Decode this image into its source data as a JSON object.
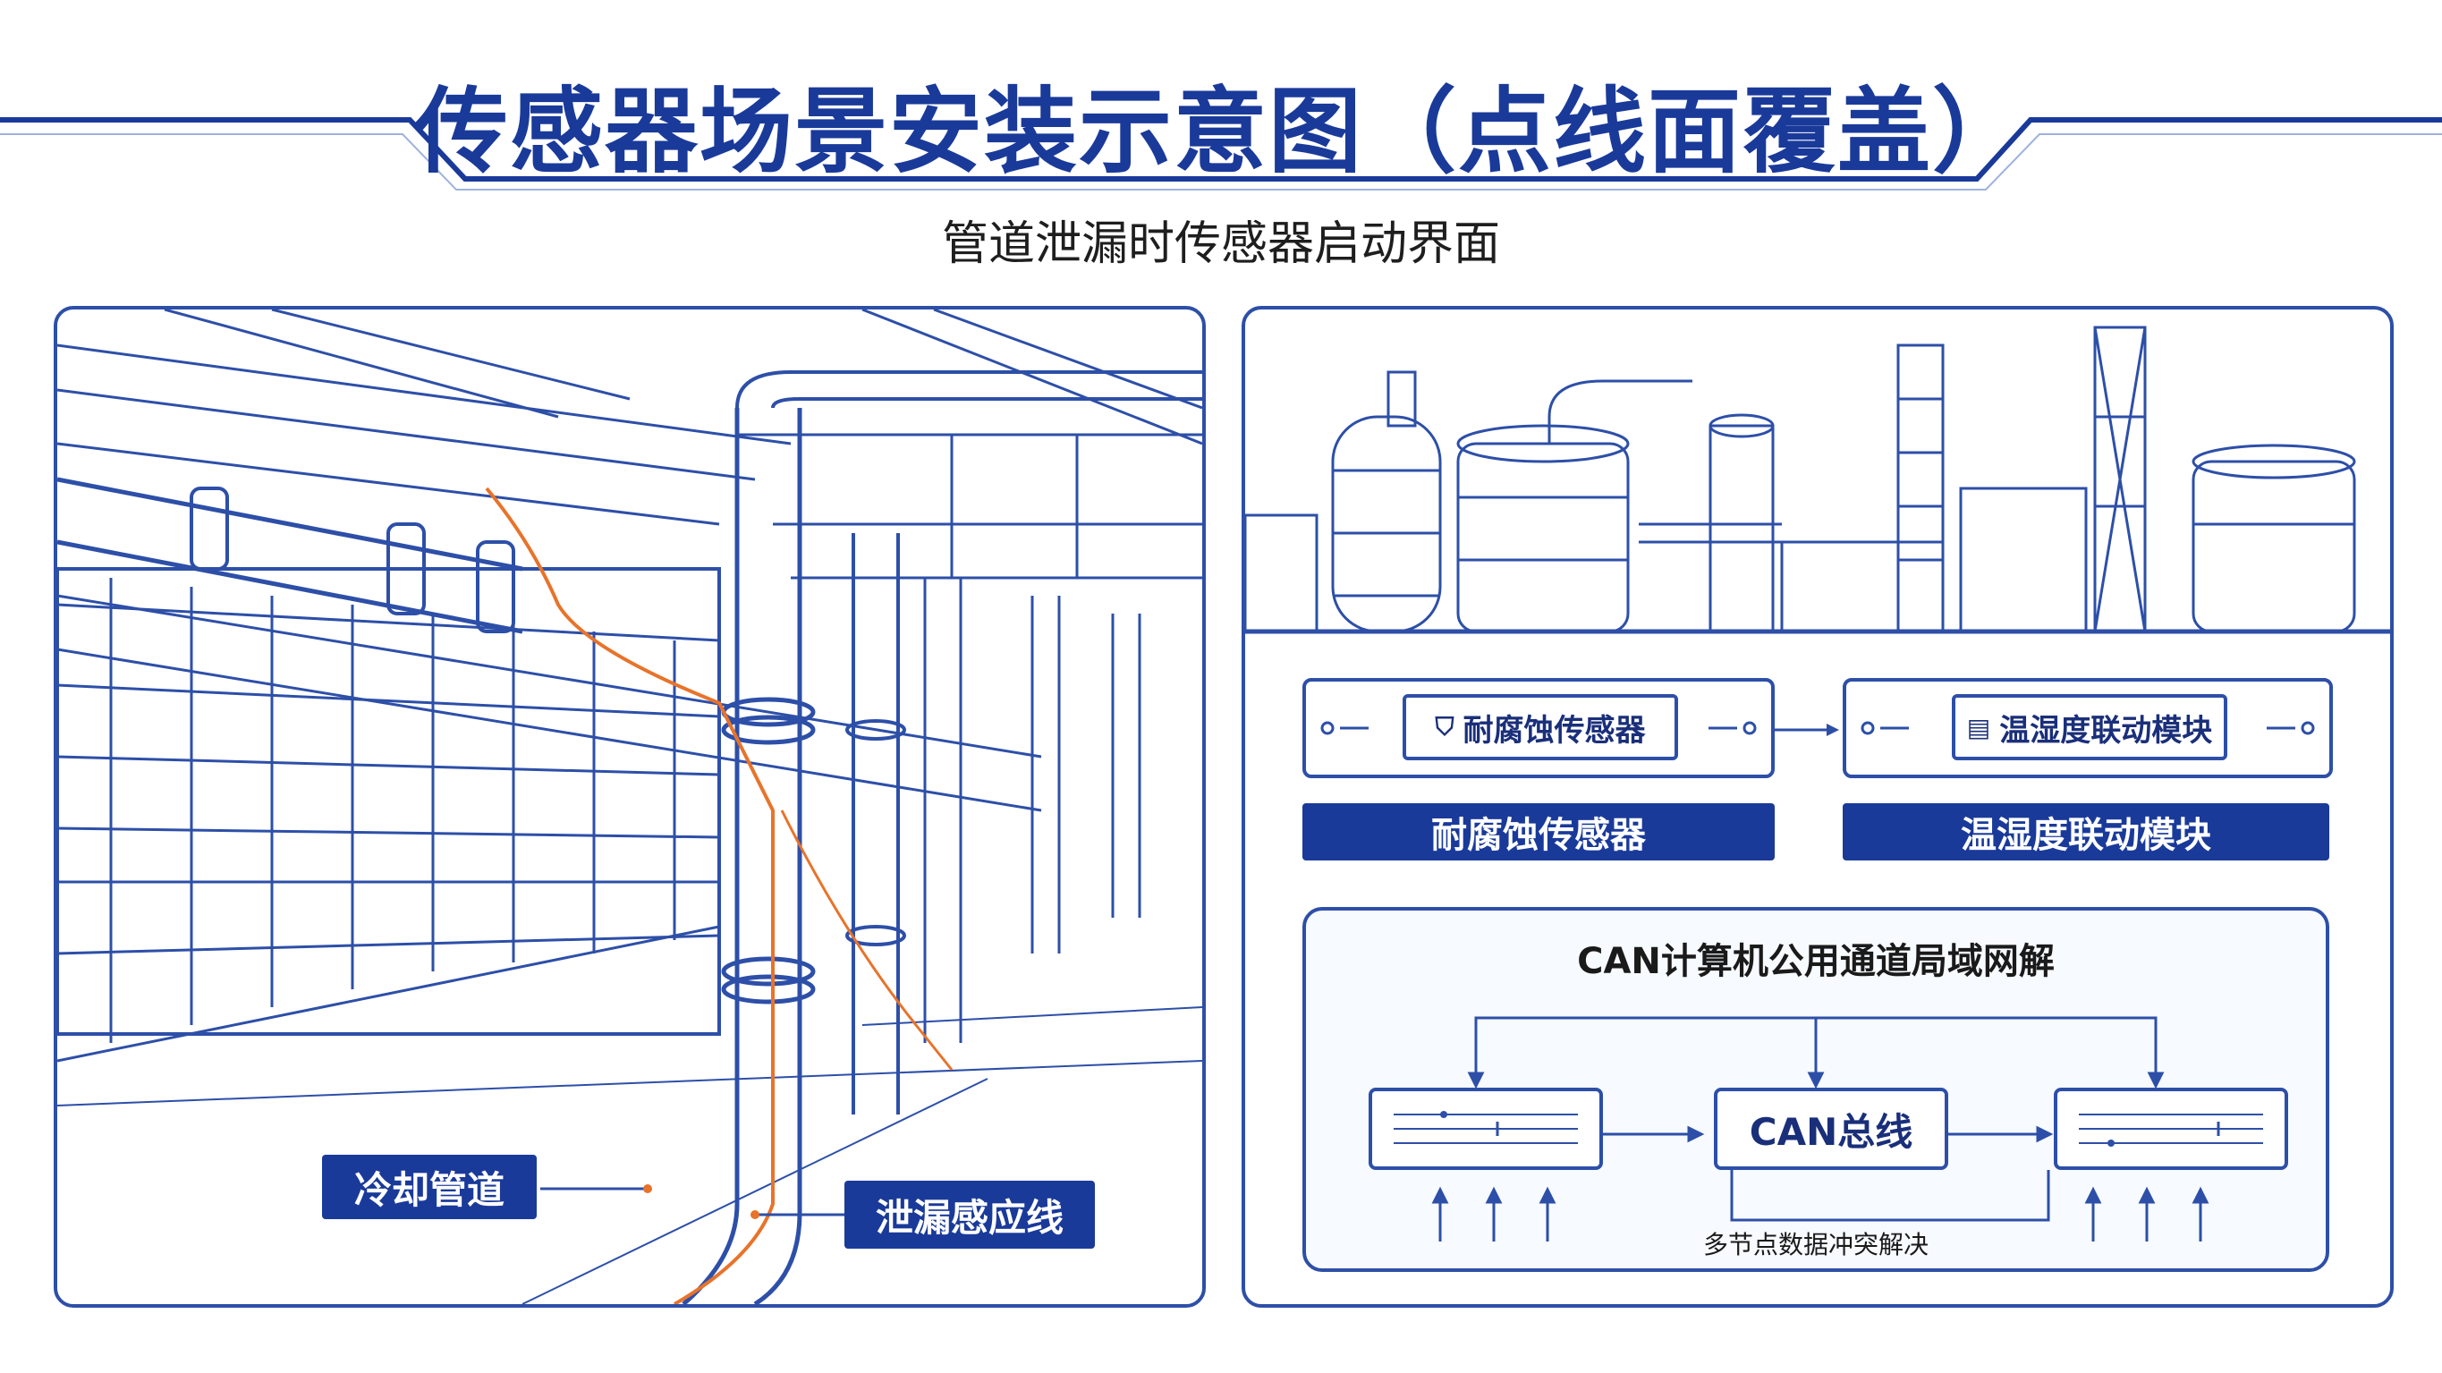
{
  "header": {
    "title": "传感器场景安装示意图（点线面覆盖）",
    "subtitle": "管道泄漏时传感器启动界面"
  },
  "left_panel": {
    "label_pipe": "冷却管道",
    "label_line": "泄漏感应线"
  },
  "right_panel": {
    "sensors": [
      {
        "card_label": "耐腐蚀传感器",
        "bar_label": "耐腐蚀传感器",
        "icon": "shield-icon"
      },
      {
        "card_label": "温湿度联动模块",
        "bar_label": "温湿度联动模块",
        "icon": "document-icon"
      }
    ],
    "network": {
      "title": "CAN计算机公用通道局域网解",
      "bus_label": "CAN总线",
      "caption": "多节点数据冲突解决"
    }
  },
  "colors": {
    "primary": "#1a3a9a",
    "line": "#2d4fa8",
    "accent": "#e8732a"
  }
}
